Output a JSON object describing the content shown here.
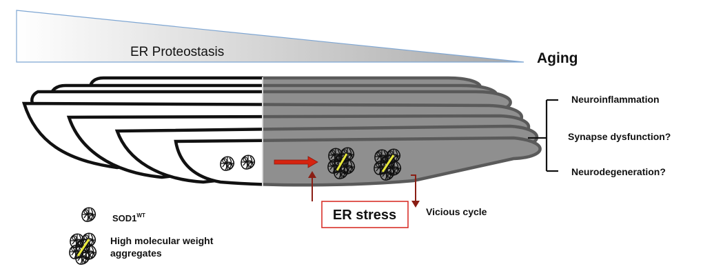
{
  "labels": {
    "proteostasis": "ER Proteostasis",
    "aging": "Aging",
    "outcomes": [
      "Neuroinflammation",
      "Synapse dysfunction?",
      "Neurodegeneration?"
    ],
    "er_stress": "ER stress",
    "vicious_cycle": "Vicious cycle"
  },
  "legend": {
    "sod1_main": "SOD1",
    "sod1_sup": "WT",
    "hmw_line1": "High molecular weight",
    "hmw_line2": "aggregates"
  },
  "colors": {
    "gradient_start": "#ffffff",
    "gradient_end": "#a8a8a8",
    "gradient_border": "#7ea6d3",
    "er_healthy_fill": "#ffffff",
    "er_stressed_fill": "#8f8f8f",
    "er_stressed_stroke": "#5a5a5a",
    "arrow_red": "#d62410",
    "arrow_dark": "#8a1e14",
    "er_stress_box_border": "#d9302a",
    "aggregate_marker": "#e8e83a"
  },
  "icons": {
    "monomer": "tangled-protein-icon",
    "aggregate": "aggregate-cluster-icon"
  }
}
